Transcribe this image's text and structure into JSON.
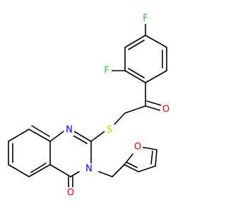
{
  "molecule": {
    "atom_labels": {
      "F_top": "F",
      "F_left": "F",
      "O_ketone": "O",
      "S": "S",
      "N_1": "N",
      "N_3": "N",
      "O_furan": "O",
      "O_carbonyl": "O"
    },
    "colors": {
      "bond": "#000000",
      "F": "#33cc33",
      "O": "#ff0000",
      "S": "#cccc00",
      "N": "#0000ff"
    }
  }
}
